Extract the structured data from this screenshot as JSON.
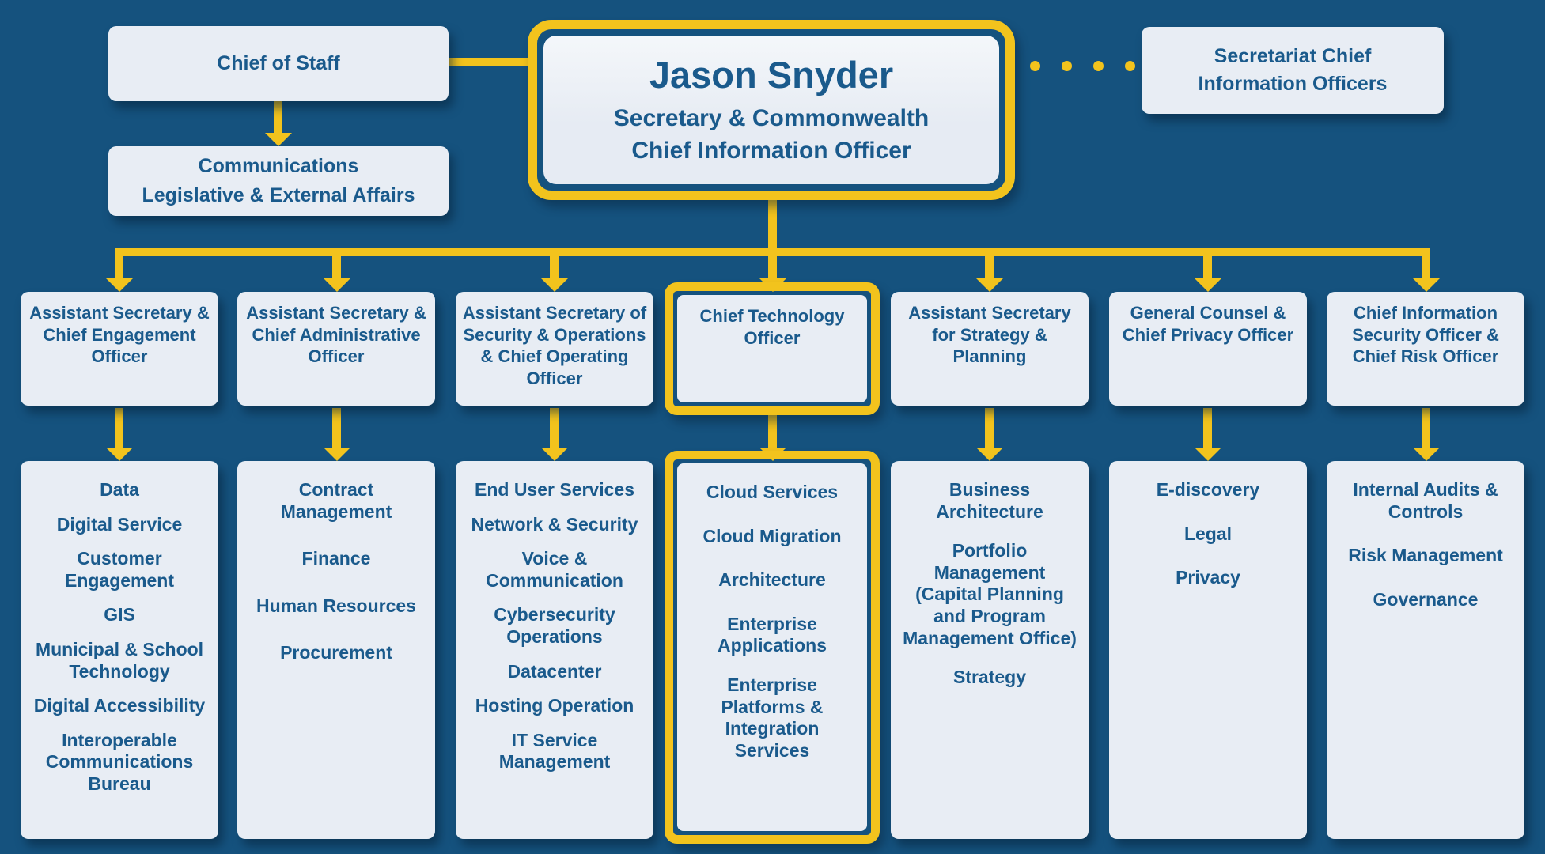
{
  "colors": {
    "background": "#15527E",
    "box_fill": "#E8EDF4",
    "connector_gold": "#F2C31D",
    "text_blue": "#1A5A8C"
  },
  "header": {
    "chief_of_staff": "Chief of Staff",
    "communications_lines": [
      "Communications",
      "Legislative & External Affairs"
    ],
    "leader": {
      "name": "Jason Snyder",
      "title_lines": [
        "Secretary & Commonwealth",
        "Chief Information Officer"
      ]
    },
    "secretariat_lines": [
      "Secretariat Chief",
      "Information Officers"
    ]
  },
  "columns": [
    {
      "title": "Assistant Secretary & Chief Engagement Officer",
      "highlighted": false,
      "items": [
        "Data",
        "Digital Service",
        "Customer Engagement",
        "GIS",
        "Municipal & School Technology",
        "Digital Accessibility",
        "Interoperable Communications Bureau"
      ]
    },
    {
      "title": "Assistant Secretary & Chief Administrative Officer",
      "highlighted": false,
      "items": [
        "Contract Management",
        "Finance",
        "Human Resources",
        "Procurement"
      ]
    },
    {
      "title": "Assistant Secretary of Security & Operations & Chief Operating Officer",
      "highlighted": false,
      "items": [
        "End User Services",
        "Network & Security",
        "Voice & Communication",
        "Cybersecurity Operations",
        "Datacenter",
        "Hosting Operation",
        "IT Service Management"
      ]
    },
    {
      "title": "Chief Technology Officer",
      "highlighted": true,
      "items": [
        "Cloud Services",
        "Cloud Migration",
        "Architecture",
        "Enterprise Applications",
        "Enterprise Platforms & Integration Services"
      ]
    },
    {
      "title": "Assistant Secretary for Strategy & Planning",
      "highlighted": false,
      "items": [
        "Business Architecture",
        "Portfolio Management (Capital Planning and Program Management Office)",
        "Strategy"
      ]
    },
    {
      "title": "General Counsel & Chief Privacy Officer",
      "highlighted": false,
      "items": [
        "E-discovery",
        "Legal",
        "Privacy"
      ]
    },
    {
      "title": "Chief Information Security Officer & Chief Risk Officer",
      "highlighted": false,
      "items": [
        "Internal Audits & Controls",
        "Risk Management",
        "Governance"
      ]
    }
  ]
}
